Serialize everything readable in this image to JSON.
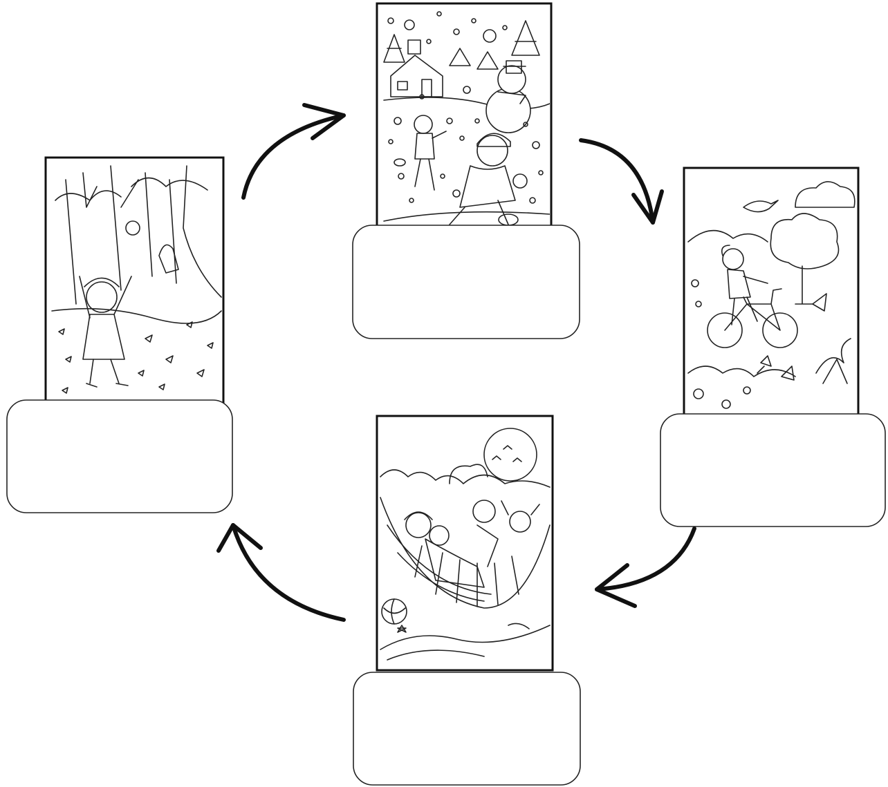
{
  "diagram": {
    "title": "",
    "cycle": [
      {
        "season_icon": "snow-scene-illustration",
        "label": ""
      },
      {
        "season_icon": "bicycle-scene-illustration",
        "label": ""
      },
      {
        "season_icon": "hammock-scene-illustration",
        "label": ""
      },
      {
        "season_icon": "falling-leaves-scene-illustration",
        "label": ""
      }
    ],
    "arrow_color": "#111111",
    "line_color": "#222222",
    "background": "#ffffff"
  }
}
